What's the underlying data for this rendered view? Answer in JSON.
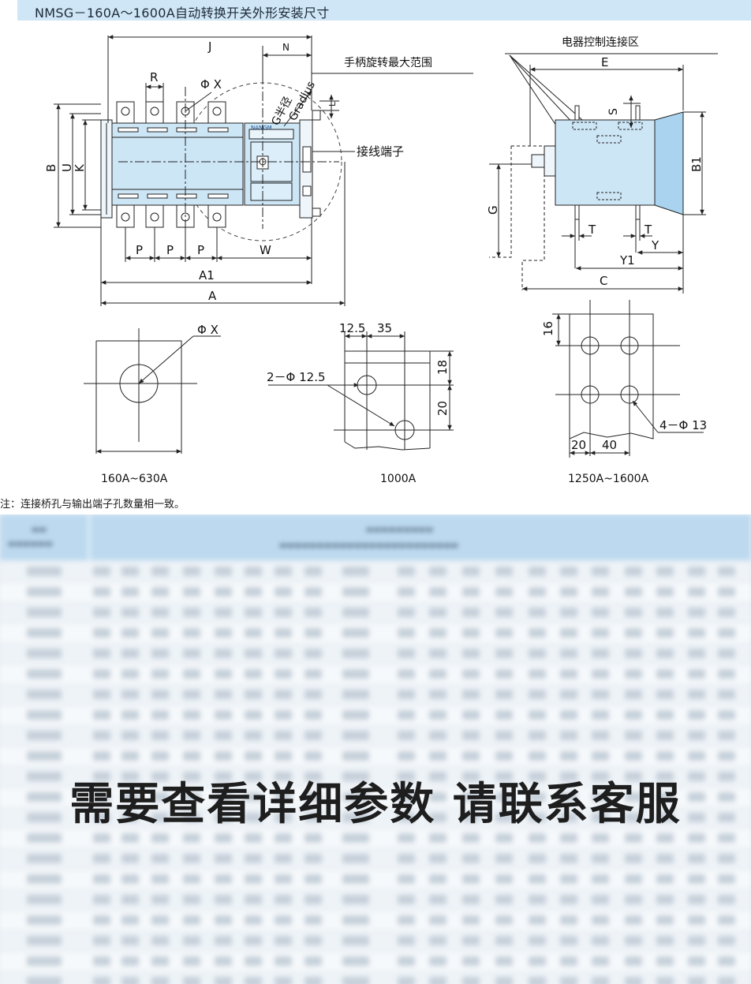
{
  "header": {
    "title": "NMSG－160A～1600A自动转换开关外形安装尺寸"
  },
  "front_view": {
    "dim_J": "J",
    "dim_N": "N",
    "dim_R": "R",
    "dim_phiX": "Φ X",
    "handle_range": "手柄旋转最大范围",
    "radius_cn": "G半径",
    "radius_en": "Gradius",
    "dim_L": "L",
    "terminal": "接线端子",
    "dim_B": "B",
    "dim_U": "U",
    "dim_K": "K",
    "dim_P": "P",
    "dim_W": "W",
    "dim_A1": "A1",
    "dim_A": "A",
    "brand": "NANGM"
  },
  "side_view": {
    "control_zone": "电器控制连接区",
    "dim_E": "E",
    "dim_S": "S",
    "dim_B1": "B1",
    "dim_G": "G",
    "dim_T": "T",
    "dim_Y": "Y",
    "dim_Y1": "Y1",
    "dim_C": "C"
  },
  "detail_160": {
    "phi": "Φ X",
    "caption": "160A~630A"
  },
  "detail_1000": {
    "d1": "12.5",
    "d2": "35",
    "d3": "18",
    "d4": "20",
    "hole": "2－Φ 12.5",
    "caption": "1000A"
  },
  "detail_1250": {
    "d1": "16",
    "d2": "20",
    "d3": "40",
    "hole": "4－Φ 13",
    "caption": "1250A~1600A"
  },
  "note": "注：连接桥孔与输出端子孔数量相一致。",
  "contact_banner": "需要查看详细参数 请联系客服",
  "colors": {
    "panel": "#cde6f6",
    "panel_dark": "#a9d3ee",
    "title_bar": "#cfe6f6",
    "table_head": "#bcd9ef"
  }
}
